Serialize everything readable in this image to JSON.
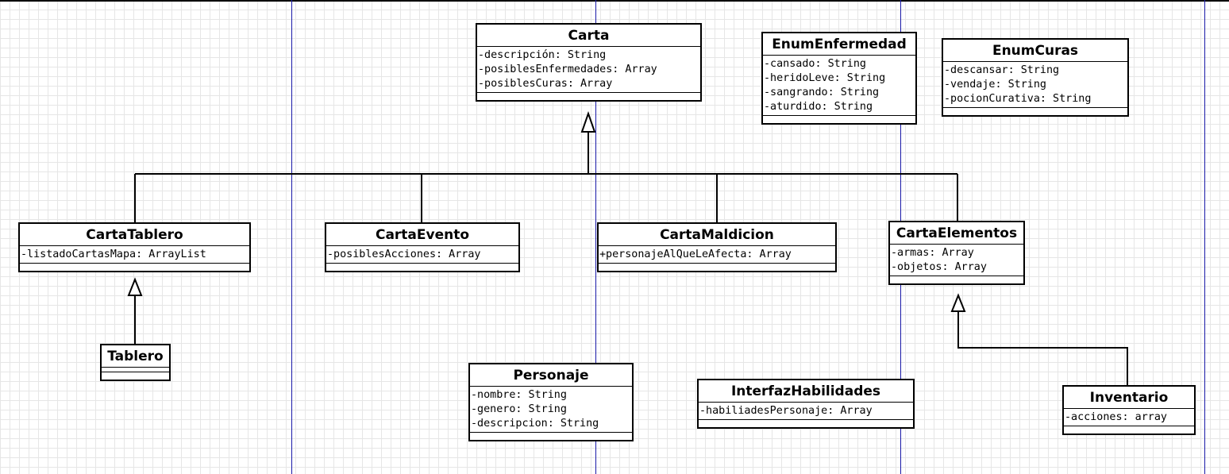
{
  "classes": {
    "carta": {
      "name": "Carta",
      "attributes": [
        "-descripción: String",
        "-posiblesEnfermedades: Array",
        "-posiblesCuras: Array"
      ]
    },
    "enumEnfermedad": {
      "name": "EnumEnfermedad",
      "attributes": [
        "-cansado: String",
        "-heridoLeve: String",
        "-sangrando: String",
        "-aturdido: String"
      ]
    },
    "enumCuras": {
      "name": "EnumCuras",
      "attributes": [
        "-descansar: String",
        "-vendaje: String",
        "-pocionCurativa: String"
      ]
    },
    "cartaTablero": {
      "name": "CartaTablero",
      "attributes": [
        "-listadoCartasMapa: ArrayList"
      ]
    },
    "cartaEvento": {
      "name": "CartaEvento",
      "attributes": [
        "-posiblesAcciones: Array"
      ]
    },
    "cartaMaldicion": {
      "name": "CartaMaldicion",
      "attributes": [
        "+personajeAlQueLeAfecta: Array"
      ]
    },
    "cartaElementos": {
      "name": "CartaElementos",
      "attributes": [
        "-armas: Array",
        "-objetos: Array"
      ]
    },
    "tablero": {
      "name": "Tablero",
      "attributes": []
    },
    "personaje": {
      "name": "Personaje",
      "attributes": [
        "-nombre: String",
        "-genero: String",
        "-descripcion: String"
      ]
    },
    "interfazHabilidades": {
      "name": "InterfazHabilidades",
      "attributes": [
        "-habiliadesPersonaje: Array"
      ]
    },
    "inventario": {
      "name": "Inventario",
      "attributes": [
        "-acciones: array"
      ]
    }
  },
  "relations": [
    {
      "type": "generalization",
      "child": "CartaTablero",
      "parent": "Carta"
    },
    {
      "type": "generalization",
      "child": "CartaEvento",
      "parent": "Carta"
    },
    {
      "type": "generalization",
      "child": "CartaMaldicion",
      "parent": "Carta"
    },
    {
      "type": "generalization",
      "child": "CartaElementos",
      "parent": "Carta"
    },
    {
      "type": "generalization",
      "child": "Tablero",
      "parent": "CartaTablero"
    },
    {
      "type": "generalization",
      "child": "Inventario",
      "parent": "CartaElementos"
    }
  ],
  "colors": {
    "page_break": "#1a1aa8",
    "grid": "#e6e6e6",
    "line": "#000000"
  }
}
